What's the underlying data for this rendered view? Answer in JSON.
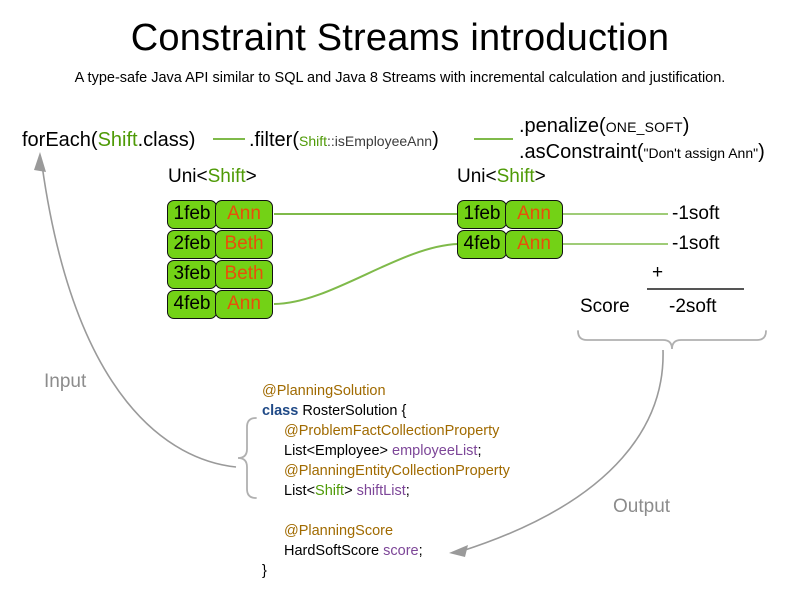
{
  "header": {
    "title": "Constraint Streams introduction",
    "subtitle": "A type-safe Java API similar to SQL and Java 8 Streams with incremental calculation and justification."
  },
  "pipeline": {
    "foreach": {
      "prefix": "forEach(",
      "type": "Shift",
      "suffix": ".class)"
    },
    "filter": {
      "prefix": ".filter(",
      "type": "Shift",
      "method": "::isEmployeeAnn",
      "suffix": ")"
    },
    "penalize": {
      "prefix": ".penalize(",
      "arg": "ONE_SOFT",
      "suffix": ")"
    },
    "as_constraint": {
      "prefix": ".asConstraint(",
      "arg": "\"Don't assign Ann\"",
      "suffix": ")"
    },
    "stream_type_left": {
      "prefix": "Uni<",
      "type": "Shift",
      "suffix": ">"
    },
    "stream_type_right": {
      "prefix": "Uni<",
      "type": "Shift",
      "suffix": ">"
    }
  },
  "shifts_input": [
    {
      "date": "1feb",
      "employee": "Ann"
    },
    {
      "date": "2feb",
      "employee": "Beth"
    },
    {
      "date": "3feb",
      "employee": "Beth"
    },
    {
      "date": "4feb",
      "employee": "Ann"
    }
  ],
  "shifts_filtered": [
    {
      "date": "1feb",
      "employee": "Ann"
    },
    {
      "date": "4feb",
      "employee": "Ann"
    }
  ],
  "score": {
    "penalties": [
      "-1soft",
      "-1soft"
    ],
    "operator": "+",
    "label": "Score",
    "total": "-2soft"
  },
  "io": {
    "input": "Input",
    "output": "Output"
  },
  "code": {
    "lines": [
      {
        "indent": 0,
        "parts": [
          {
            "t": "@PlanningSolution",
            "c": "ann"
          }
        ]
      },
      {
        "indent": 0,
        "parts": [
          {
            "t": "class ",
            "c": "kw"
          },
          {
            "t": "RosterSolution {",
            "c": "ty"
          }
        ]
      },
      {
        "indent": 1,
        "parts": [
          {
            "t": "@ProblemFactCollectionProperty",
            "c": "ann"
          }
        ]
      },
      {
        "indent": 1,
        "parts": [
          {
            "t": "List<Employee> ",
            "c": "ty"
          },
          {
            "t": "employeeList",
            "c": "fld"
          },
          {
            "t": ";",
            "c": "ty"
          }
        ]
      },
      {
        "indent": 1,
        "parts": [
          {
            "t": "@PlanningEntityCollectionProperty",
            "c": "ann"
          }
        ]
      },
      {
        "indent": 1,
        "parts": [
          {
            "t": "List<",
            "c": "ty"
          },
          {
            "t": "Shift",
            "c": "green"
          },
          {
            "t": "> ",
            "c": "ty"
          },
          {
            "t": "shiftList",
            "c": "fld"
          },
          {
            "t": ";",
            "c": "ty"
          }
        ]
      },
      {
        "indent": 0,
        "parts": [
          {
            "t": " ",
            "c": "ty"
          }
        ]
      },
      {
        "indent": 1,
        "parts": [
          {
            "t": "@PlanningScore",
            "c": "ann"
          }
        ]
      },
      {
        "indent": 1,
        "parts": [
          {
            "t": "HardSoftScore ",
            "c": "ty"
          },
          {
            "t": "score",
            "c": "fld"
          },
          {
            "t": ";",
            "c": "ty"
          }
        ]
      },
      {
        "indent": 0,
        "parts": [
          {
            "t": "}",
            "c": "ty"
          }
        ]
      }
    ]
  },
  "colors": {
    "box_fill": "#73d216",
    "box_stroke": "#111111",
    "employee_text": "#e8500a",
    "type_green": "#4e9a06",
    "connector_green": "#7fba4a",
    "arrow_gray": "#9a9a9a",
    "annotation_gold": "#a06a00",
    "keyword_blue": "#204a87",
    "field_purple": "#7d4698"
  }
}
